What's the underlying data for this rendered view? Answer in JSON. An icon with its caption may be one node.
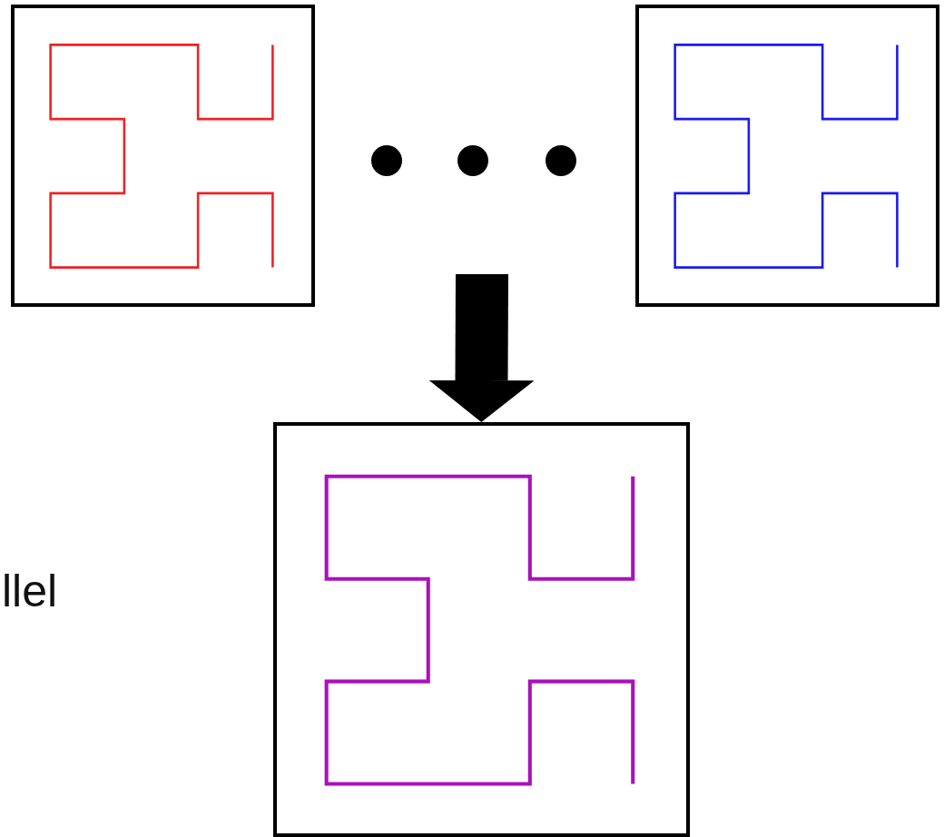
{
  "diagram": {
    "nodes": [
      {
        "text": [],
        "shape": "picture"
      },
      {
        "text": [],
        "shape": "picture"
      },
      {
        "text": [],
        "shape": "picture"
      }
    ],
    "edges": [
      {
        "from": null,
        "to": 2,
        "arrow": "to"
      }
    ],
    "labels": [
      "llel"
    ]
  }
}
